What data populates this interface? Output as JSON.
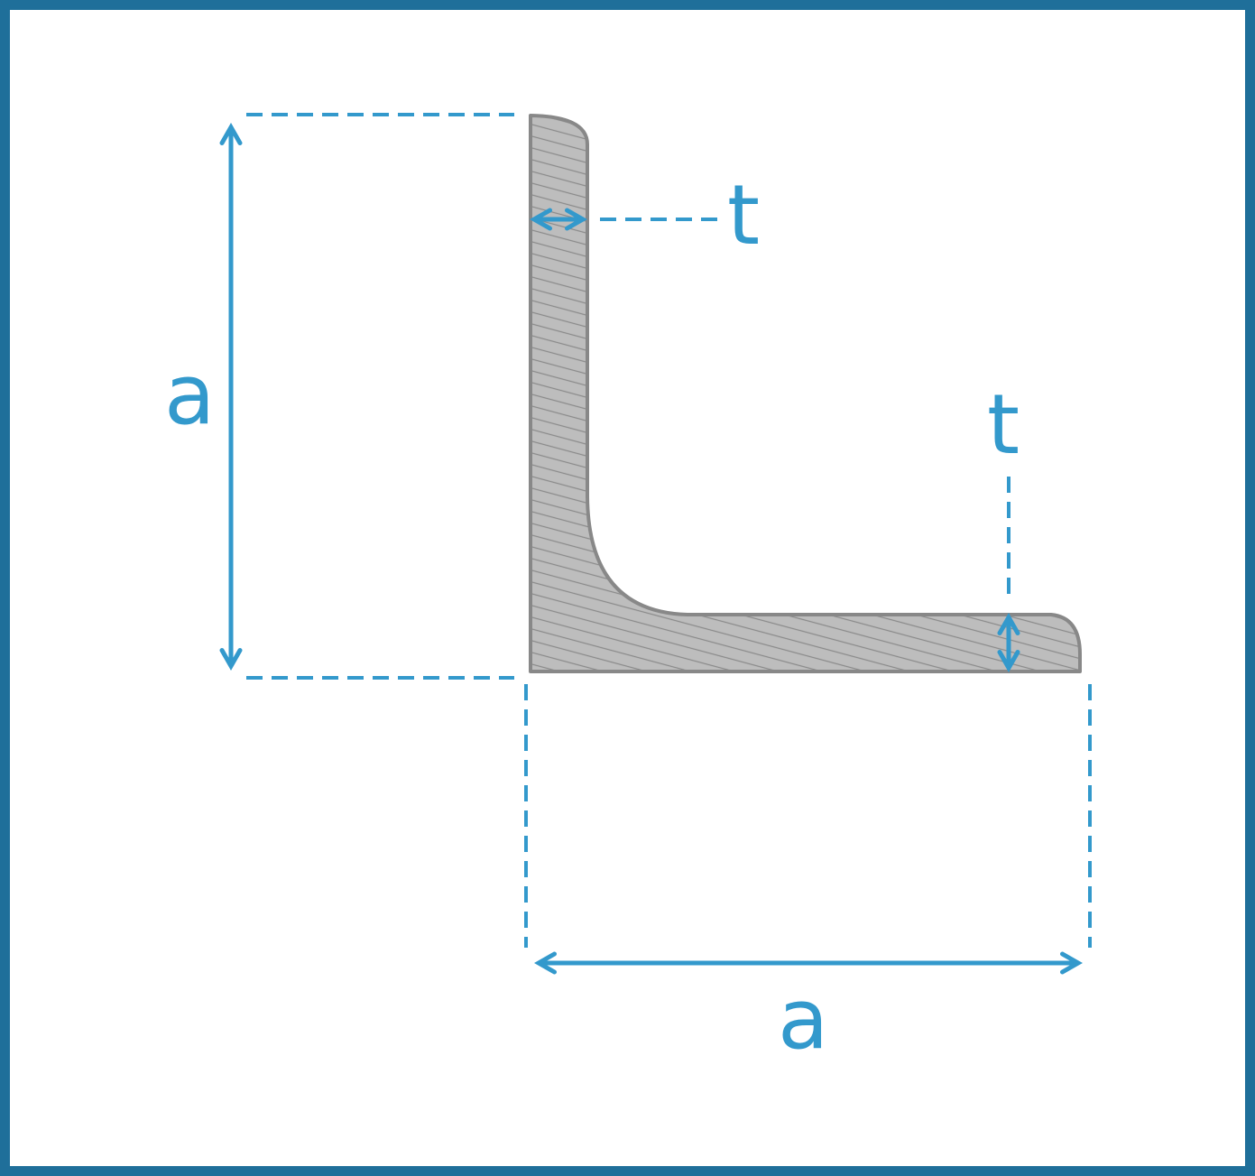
{
  "labels": {
    "leg_height": "a",
    "leg_width": "a",
    "thickness_vertical_leg": "t",
    "thickness_horizontal_leg": "t"
  },
  "colors": {
    "border": "#1f6f9a",
    "dimension": "#3399cc",
    "section_fill": "#bdbdbd",
    "section_stroke": "#888888"
  }
}
